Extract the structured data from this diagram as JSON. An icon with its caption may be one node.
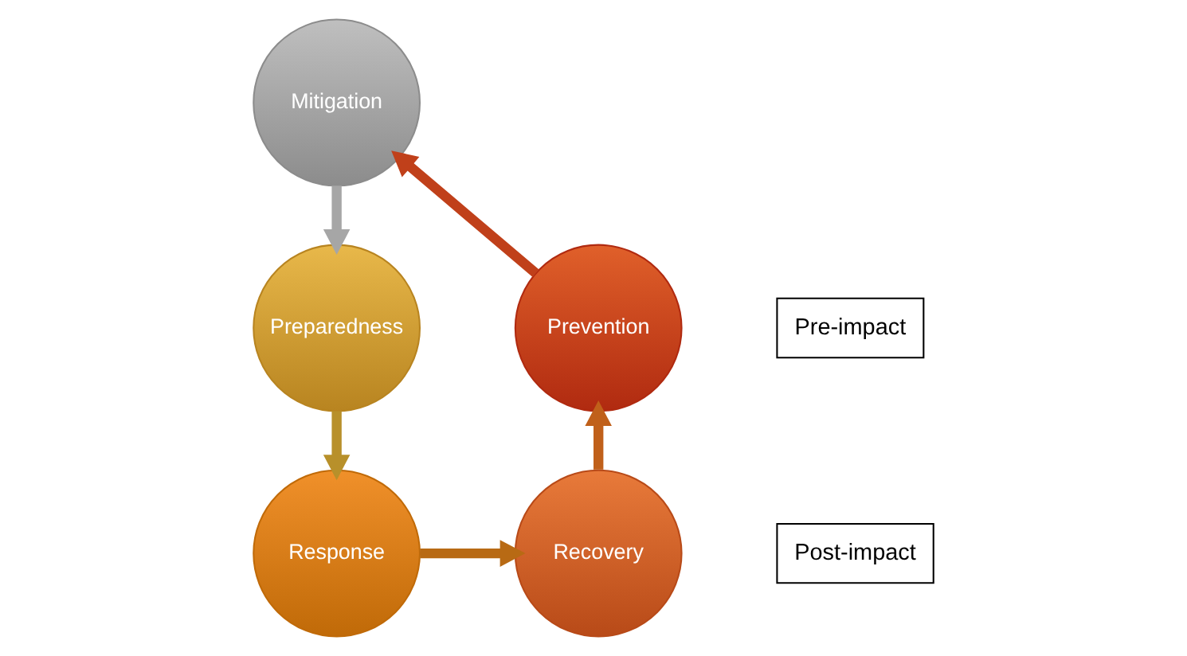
{
  "diagram": {
    "nodes": [
      {
        "text": [
          "Mitigation"
        ]
      },
      {
        "text": [
          "Pre-impact"
        ]
      },
      {
        "text": [
          "Prevention"
        ]
      },
      {
        "text": [
          "Preparedness"
        ]
      },
      {
        "text": [
          "Post-impact"
        ]
      },
      {
        "text": [
          "Recovery"
        ]
      },
      {
        "text": [
          "Response"
        ]
      }
    ],
    "edges": [
      {
        "from": 2,
        "to": 0,
        "arrow": "to",
        "color": "#c0401a"
      },
      {
        "from": 0,
        "to": 3,
        "arrow": "to",
        "color": "#a6a6a6"
      },
      {
        "from": 3,
        "to": 6,
        "arrow": "to",
        "color": "#b8902a"
      },
      {
        "from": 6,
        "to": 5,
        "arrow": "to",
        "color": "#b86a14"
      },
      {
        "from": 5,
        "to": 2,
        "arrow": "to",
        "color": "#c0601a"
      }
    ]
  }
}
